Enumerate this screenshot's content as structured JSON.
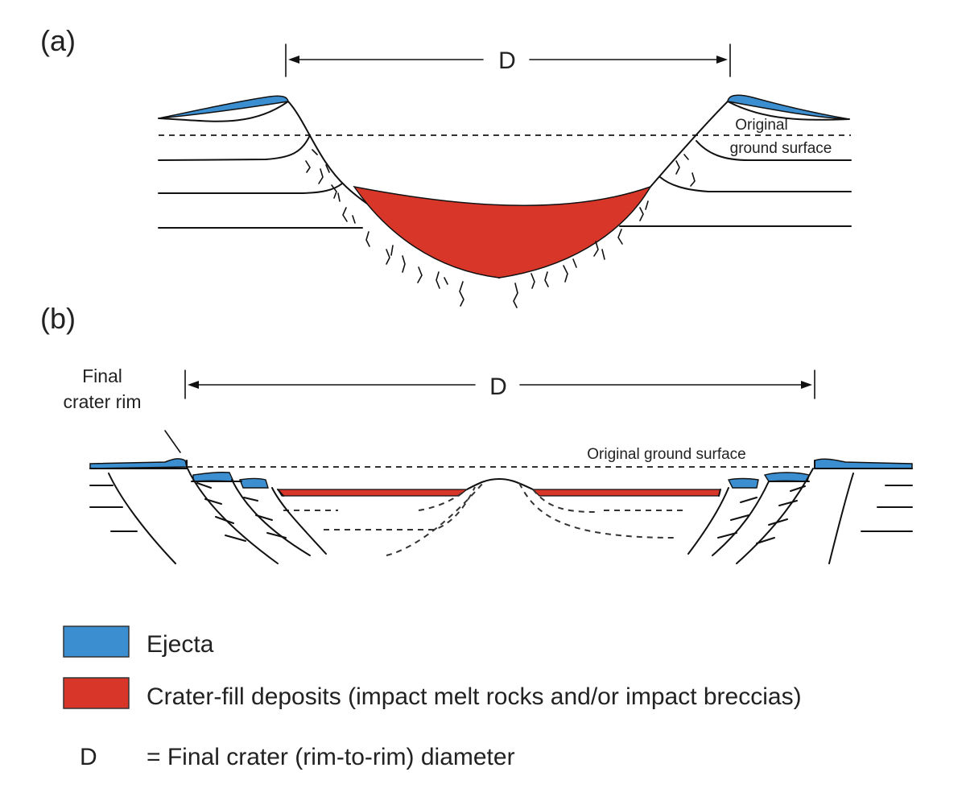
{
  "panels": {
    "a": {
      "label": "(a)",
      "diameter_label": "D",
      "ground_label_line1": "Original",
      "ground_label_line2": "ground surface"
    },
    "b": {
      "label": "(b)",
      "diameter_label": "D",
      "ground_label": "Original ground surface",
      "rim_label_line1": "Final",
      "rim_label_line2": "crater rim"
    }
  },
  "legend": {
    "ejecta": {
      "label": "Ejecta",
      "color": "#3b8fd1"
    },
    "fill": {
      "label": "Crater-fill deposits (impact melt rocks and/or impact breccias)",
      "color": "#d9362a"
    },
    "d_symbol": "D",
    "d_definition": "= Final crater (rim-to-rim) diameter"
  }
}
